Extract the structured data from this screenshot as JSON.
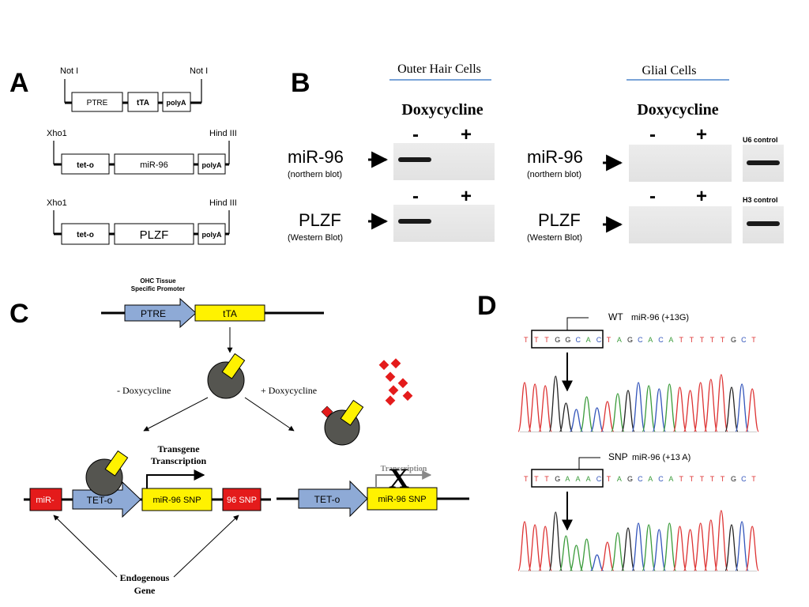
{
  "panel_a": {
    "label": "A",
    "construct1": {
      "site_left": "Not I",
      "site_right": "Not I",
      "boxes": [
        "PTRE",
        "tTA",
        "polyA"
      ]
    },
    "construct2": {
      "site_left": "Xho1",
      "site_right": "Hind III",
      "boxes": [
        "tet-o",
        "miR-96",
        "polyA"
      ]
    },
    "construct3": {
      "site_left": "Xho1",
      "site_right": "Hind III",
      "boxes": [
        "tet-o",
        "PLZF",
        "polyA"
      ]
    }
  },
  "panel_b": {
    "label": "B",
    "ohc_title": "Outer Hair Cells",
    "glial_title": "Glial Cells",
    "dox_label": "Doxycycline",
    "minus": "-",
    "plus": "+",
    "mir96_label": "miR-96",
    "mir96_sub": "(northern blot)",
    "plzf_label": "PLZF",
    "plzf_sub": "(Western Blot)",
    "u6_control": "U6 control",
    "h3_control": "H3 control"
  },
  "panel_c": {
    "label": "C",
    "promoter_note": [
      "OHC Tissue",
      "Specific Promoter"
    ],
    "ptre": "PTRE",
    "tta": "tTA",
    "minus_dox": "- Doxycycline",
    "plus_dox": "+ Doxycycline",
    "transgene": [
      "Transgene",
      "Transcription"
    ],
    "mir_left": "miR-",
    "teto": "TET-o",
    "mir96snp": "miR-96 SNP",
    "snp96": "96 SNP",
    "x_mark": "X",
    "transcription": "Transcription",
    "endogenous": [
      "Endogenous",
      "Gene"
    ]
  },
  "panel_d": {
    "label": "D",
    "wt_label": "WT",
    "wt_mir": "miR-96 (+13G)",
    "wt_seq": [
      "T",
      "T",
      "T",
      "G",
      "G",
      "C",
      "A",
      "C",
      "T",
      "A",
      "G",
      "C",
      "A",
      "C",
      "A",
      "T",
      "T",
      "T",
      "T",
      "T",
      "G",
      "C",
      "T"
    ],
    "snp_label": "SNP",
    "snp_mir": "miR-96 (+13 A)",
    "snp_seq": [
      "T",
      "T",
      "T",
      "G",
      "A",
      "A",
      "A",
      "C",
      "T",
      "A",
      "G",
      "C",
      "A",
      "C",
      "A",
      "T",
      "T",
      "T",
      "T",
      "T",
      "G",
      "C",
      "T"
    ]
  },
  "colors": {
    "blue_box": "#8eaad6",
    "yellow_box": "#fff200",
    "red_box": "#e41b1b",
    "protein": "#555550",
    "trace_green": "#3a9b3a",
    "trace_blue": "#3355bb",
    "trace_red": "#dd3333",
    "trace_black": "#222222"
  }
}
